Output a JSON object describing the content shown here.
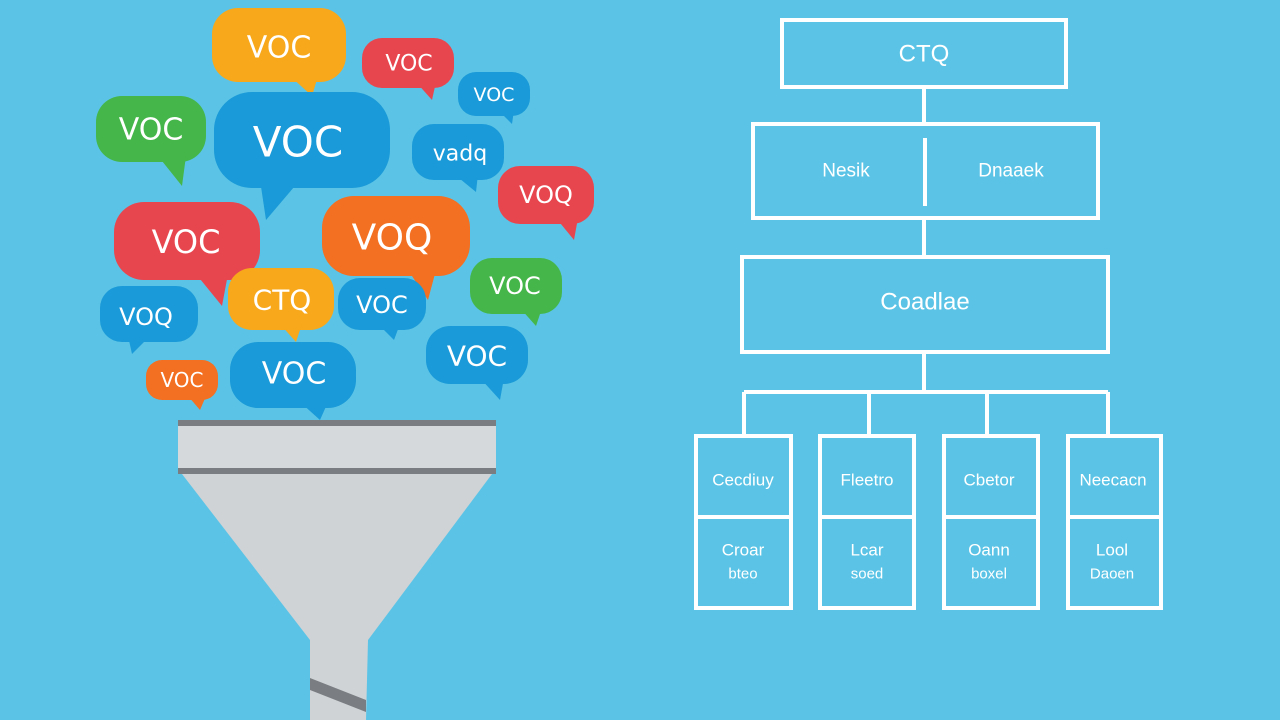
{
  "colors": {
    "background": "#5bc4e6",
    "bubble_yellow": "#f7a81b",
    "bubble_red": "#e8464f",
    "bubble_blue": "#1a9ad8",
    "bubble_green": "#45b649",
    "bubble_orange": "#f36f21",
    "funnel_top": "#d6d9db",
    "funnel_body": "#cfd3d6",
    "funnel_stripe": "#7a7e82",
    "lines": "#ffffff"
  },
  "bubbles": [
    {
      "text": "VOC",
      "color": "bubble_yellow"
    },
    {
      "text": "VOC",
      "color": "bubble_red"
    },
    {
      "text": "VOC",
      "color": "bubble_blue"
    },
    {
      "text": "VOC",
      "color": "bubble_green"
    },
    {
      "text": "VOC",
      "color": "bubble_blue"
    },
    {
      "text": "vadq",
      "color": "bubble_blue"
    },
    {
      "text": "VOQ",
      "color": "bubble_red"
    },
    {
      "text": "VOC",
      "color": "bubble_red"
    },
    {
      "text": "VOQ",
      "color": "bubble_orange"
    },
    {
      "text": "VOC",
      "color": "bubble_green"
    },
    {
      "text": "CTQ",
      "color": "bubble_yellow"
    },
    {
      "text": "VOQ",
      "color": "bubble_blue"
    },
    {
      "text": "VOC",
      "color": "bubble_blue"
    },
    {
      "text": "VOC",
      "color": "bubble_blue"
    },
    {
      "text": "VOC",
      "color": "bubble_orange"
    },
    {
      "text": "VOC",
      "color": "bubble_blue"
    }
  ],
  "tree": {
    "root": "CTQ",
    "level2": [
      "Nesik",
      "Dnaaek"
    ],
    "level3": "Coadlae",
    "leaves": [
      {
        "top": "Cecdiuy",
        "bottom": [
          "Croar",
          "bteo"
        ]
      },
      {
        "top": "Fleetro",
        "bottom": [
          "Lcar",
          "soed"
        ]
      },
      {
        "top": "Cbetor",
        "bottom": [
          "Oann",
          "boxel"
        ]
      },
      {
        "top": "Neecacn",
        "bottom": [
          "Lool",
          "Daoen"
        ]
      }
    ]
  }
}
